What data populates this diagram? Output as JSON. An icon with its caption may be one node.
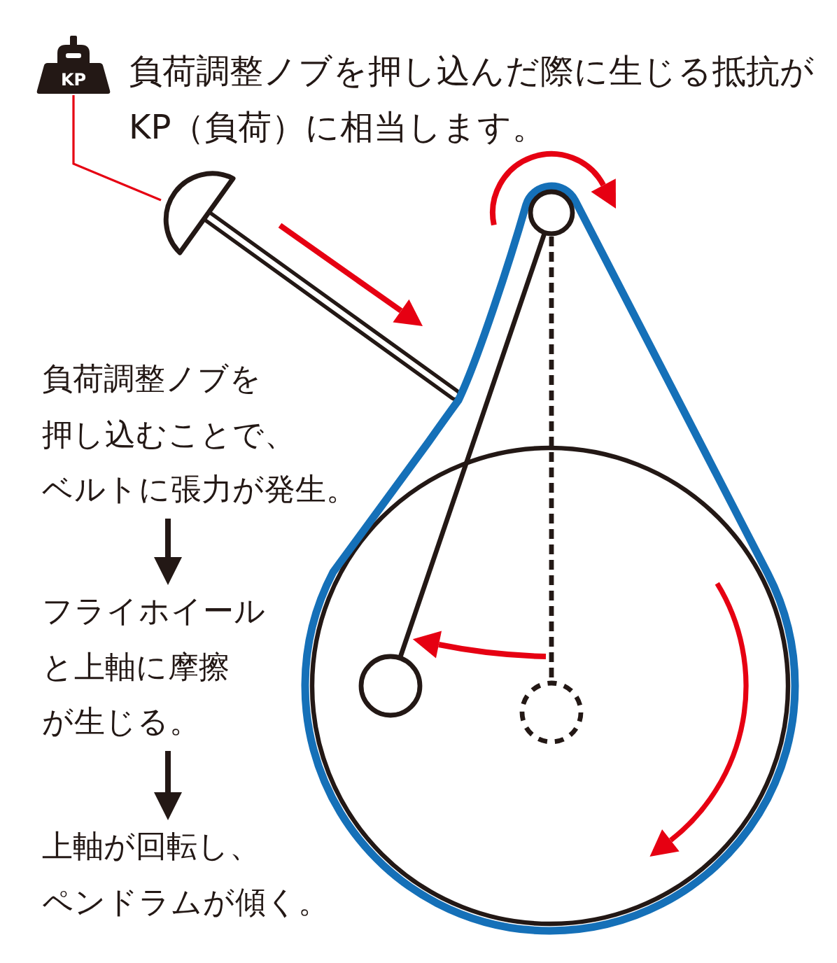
{
  "diagram": {
    "nodes": [
      {
        "text": [
          "KP"
        ],
        "beside": [
          "負荷調整ノブを押し込んだ際に生じる抵抗がKP（負荷）に相当します。"
        ]
      },
      {
        "text": [],
        "shape": "picture"
      },
      {
        "text": [
          "負荷調整ノブを押し込むことで、ベルトに張力が発生。"
        ]
      },
      {
        "text": [
          "フライホイールと上軸に摩擦が生じる。"
        ]
      },
      {
        "text": [
          "上軸が回転し、ペンドラムが傾く。"
        ]
      }
    ],
    "edges": [
      {
        "from": 0,
        "to": 1,
        "arrow": "none",
        "color": "#e60012"
      },
      {
        "from": 2,
        "to": 3,
        "arrow": "to"
      },
      {
        "from": 3,
        "to": 4,
        "arrow": "to"
      }
    ]
  }
}
